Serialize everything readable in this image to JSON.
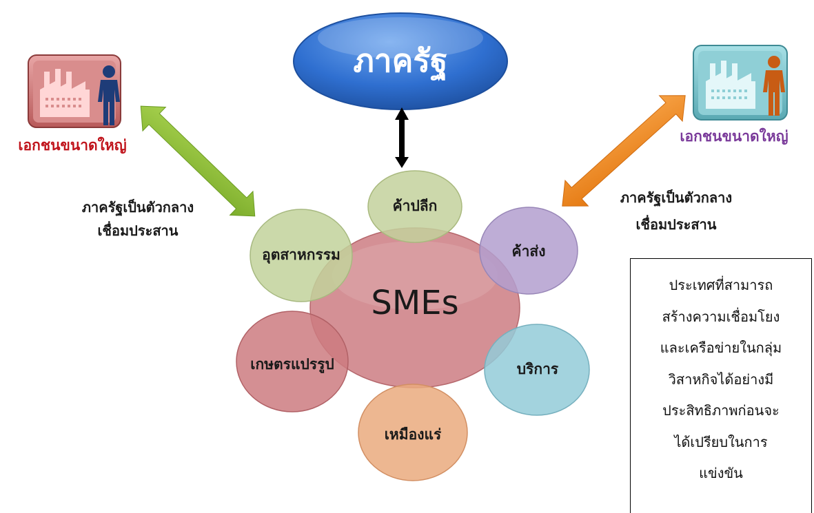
{
  "title": "ภาครัฐ",
  "center": "SMEs",
  "sectors": {
    "retail": "ค้าปลีก",
    "wholesale": "ค้าส่ง",
    "service": "บริการ",
    "mining": "เหมืองแร่",
    "agro": "เกษตรแปรรูป",
    "industry": "อุตสาหกรรม"
  },
  "left": {
    "corp_label": "เอกชนขนาดใหญ่",
    "mediator_line1": "ภาครัฐเป็นตัวกลาง",
    "mediator_line2": "เชื่อมประสาน"
  },
  "right": {
    "corp_label": "เอกชนขนาดใหญ่",
    "mediator_line1": "ภาครัฐเป็นตัวกลาง",
    "mediator_line2": "เชื่อมประสาน"
  },
  "info_box": {
    "lines": [
      "ประเทศที่สามารถ",
      "สร้างความเชื่อมโยง",
      "และเครือข่ายในกลุ่ม",
      "วิสาหกิจได้อย่างมี",
      "ประสิทธิภาพก่อนจะ",
      "ได้เปรียบในการ",
      "แข่งขัน"
    ]
  },
  "colors": {
    "gov_blue": "#2f6fd0",
    "left_arrow": "#8fbf3a",
    "right_arrow": "#f08a22",
    "left_corp_text": "#c0141c",
    "right_corp_text": "#7a3a9a",
    "sme_pink": "#cc7d82",
    "retail_green": "#c3d19c",
    "wholesale_purple": "#b39fcf",
    "service_cyan": "#93cbd8",
    "mining_orange": "#eaaa7e",
    "agro_red": "#cc7b80",
    "industry_green": "#c2d29b"
  }
}
